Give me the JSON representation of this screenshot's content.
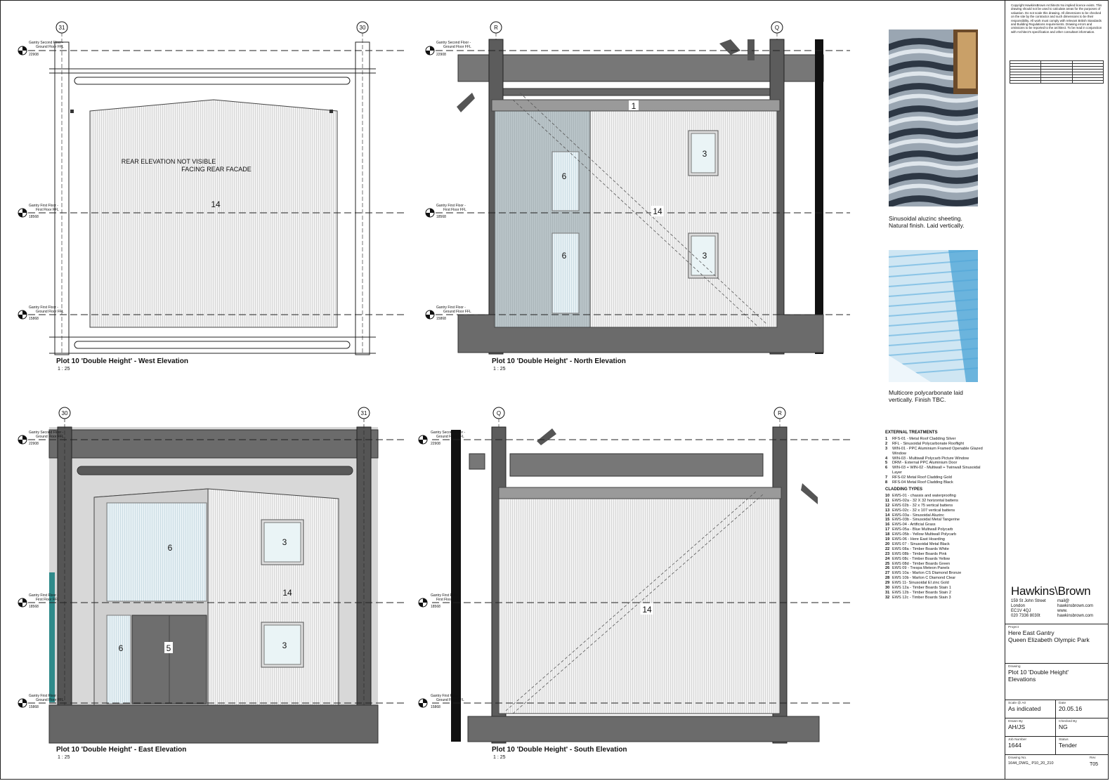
{
  "views": [
    {
      "title": "Plot 10 'Double Height' -  West Elevation",
      "scale": "1 : 25"
    },
    {
      "title": "Plot 10 'Double Height' -  North Elevation",
      "scale": "1 : 25"
    },
    {
      "title": "Plot 10 'Double Height' -  East Elevation",
      "scale": "1 : 25"
    },
    {
      "title": "Plot 10 'Double Height' -  South Elevation",
      "scale": "1 : 25"
    }
  ],
  "grids": {
    "g31": "31",
    "g30": "30",
    "gR": "R",
    "gQ": "Q"
  },
  "levels": {
    "second_a": "Gantry Second Floor -",
    "second_b": "Ground Floor FFL",
    "second_val": "22908",
    "first_a": "Gantry First Floor -",
    "first_b": "First Floor FFL",
    "first_val": "18568",
    "ground_a": "Gantry First Floor -",
    "ground_b": "Ground Floor FFL",
    "ground_val": "15868"
  },
  "tags": {
    "t1": "1",
    "t3": "3",
    "t5": "5",
    "t6": "6",
    "t14": "14"
  },
  "notes": {
    "rear_1": "REAR ELEVATION NOT VISIBLE",
    "rear_2": "FACING REAR FACADE"
  },
  "materials": [
    {
      "caption_1": "Sinusoidal aluzinc sheeting.",
      "caption_2": "Natural finish. Laid vertically."
    },
    {
      "caption_1": "Multicore polycarbonate laid",
      "caption_2": "vertically. Finish TBC."
    }
  ],
  "legend": {
    "external_heading": "EXTERNAL TREATMENTS",
    "external": [
      {
        "n": "1",
        "t": "RFS-01 - Metal Roof Cladding Silver"
      },
      {
        "n": "2",
        "t": "RFL - Sinusoidal Polycarbonate Rooflight"
      },
      {
        "n": "3",
        "t": "WIN-01 - PPC Aluminium Framed Openable Glazed Window"
      },
      {
        "n": "4",
        "t": "WIN-03 - Multiwall Polycarb Picture Window"
      },
      {
        "n": "5",
        "t": "DRM - External PPC Aluminium Door"
      },
      {
        "n": "6",
        "t": "WIN-03 + WIN-02 - Multiwall + Twinwall Sinusoidal Layer"
      },
      {
        "n": "7",
        "t": "RFS-02  Metal Roof Cladding Gold"
      },
      {
        "n": "8",
        "t": "RFS-04  Metal Roof Cladding Black"
      }
    ],
    "cladding_heading": "CLADDING TYPES",
    "cladding": [
      {
        "n": "10",
        "t": "EWS-01 - chassis and waterproofing"
      },
      {
        "n": "11",
        "t": "EWS-02a - 32 X 32 horizontal battens"
      },
      {
        "n": "12",
        "t": "EWS 02b - 32 x 75 vertical battens"
      },
      {
        "n": "13",
        "t": "EWS-02c - 32 x 107 vertical battens"
      },
      {
        "n": "14",
        "t": "EWS-03a - Sinusoidal Aluzinc"
      },
      {
        "n": "15",
        "t": "EWS-03b - Sinusoidal Metal Tangerine"
      },
      {
        "n": "16",
        "t": "EWS-04 - Artificial Grass"
      },
      {
        "n": "17",
        "t": "EWS-05a - Blue Multiwall Polycarb"
      },
      {
        "n": "18",
        "t": "EWS-05b - Yellow Multiwall Polycarb"
      },
      {
        "n": "19",
        "t": "EWS-06 - Here East Hoarding"
      },
      {
        "n": "20",
        "t": "EWS 07 - Sinusoidal Metal Black"
      },
      {
        "n": "22",
        "t": "EWS 08a - Timber Boards White"
      },
      {
        "n": "23",
        "t": "EWS 08b - Timber Boards Pink"
      },
      {
        "n": "24",
        "t": "EWS 08c - Timber Boards Yellow"
      },
      {
        "n": "25",
        "t": "EWS 08d - Timber Boards Green"
      },
      {
        "n": "26",
        "t": "EWS 09 - Trespa Meteon Panels"
      },
      {
        "n": "27",
        "t": "EWS 10a - Marlon CS Diamond Bronze"
      },
      {
        "n": "28",
        "t": "EWS 10b - Marlon C Diamond Clear"
      },
      {
        "n": "29",
        "t": "EWS 11- Sinusoidal El zinc Gold"
      },
      {
        "n": "30",
        "t": "EWS 12a - Timber Boards Stain 1"
      },
      {
        "n": "31",
        "t": "EWS 12b - Timber Boards Stain 2"
      },
      {
        "n": "32",
        "t": "EWS 12c - Timber Boards Stain 3"
      }
    ]
  },
  "title_block": {
    "copyright": "Copyright HawkinsBrown Architects No implied licence exists. This drawing should not be used to calculate areas for the purposes of valuation. Do not scale this drawing. All dimensions to be checked on the site by the contractor and such dimensions to be their responsibility. All work must comply with relevant British Standards and Building Regulations requirements. Drawing errors and omissions to be reported to the architect. To be read in conjunction with Architect's specification and other consultant information.",
    "logo": "Hawkins\\Brown",
    "address": [
      "159 St John Street",
      "London",
      "EC1V 4QJ",
      "020 7336 8030t"
    ],
    "contact": [
      "mail@",
      "hawkinsbrown.com",
      "www.",
      "hawkinsbrown.com"
    ],
    "project_label": "Project",
    "project_1": "Here East Gantry",
    "project_2": "Queen Elizabeth Olympic Park",
    "drawing_label": "Drawing",
    "drawing_1": "Plot 10  'Double Height'",
    "drawing_2": "Elevations",
    "scale_label": "Scale @ A0",
    "scale_val": "As indicated",
    "date_label": "Date",
    "date_val": "20.05.16",
    "drawn_label": "Drawn By",
    "drawn_val": "AH/JS",
    "checked_label": "Checked By",
    "checked_val": "NG",
    "job_label": "Job Number",
    "job_val": "1644",
    "status_label": "Status",
    "status_val": "Tender",
    "dwgno_label": "Drawing No.",
    "dwgno_val": "1644_DWG_ P10_20_210",
    "rev_label": "Rev",
    "rev_val": "T05"
  }
}
